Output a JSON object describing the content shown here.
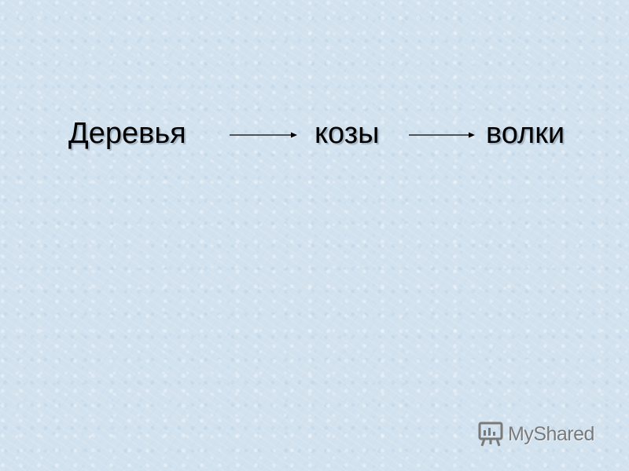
{
  "chain": {
    "nodes": [
      "Деревья",
      "козы",
      "волки"
    ]
  },
  "watermark": {
    "text": "MyShared",
    "icon": "presentation-board-icon",
    "color": "#7a7a7a"
  },
  "colors": {
    "background": "#d2e2ef",
    "text": "#000000"
  }
}
